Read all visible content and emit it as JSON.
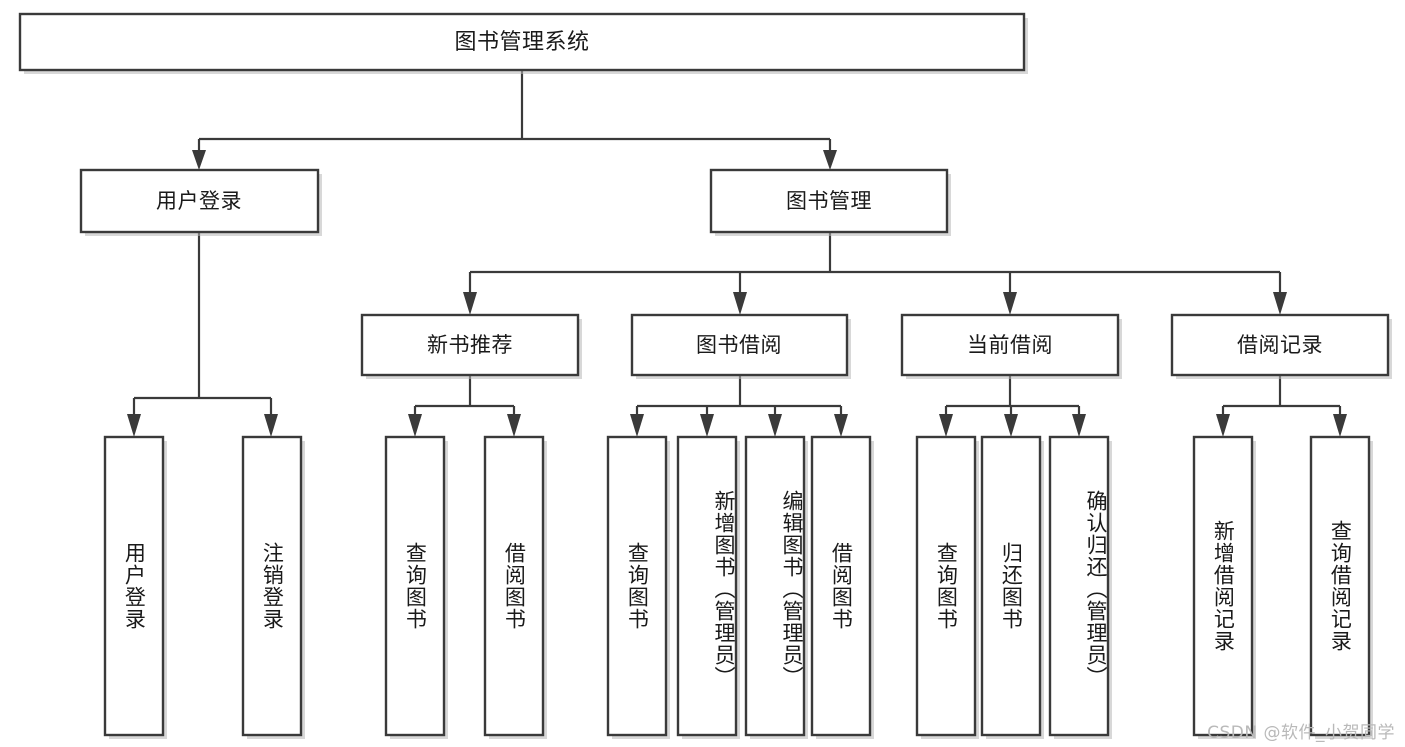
{
  "diagram": {
    "title": "图书管理系统",
    "type": "tree-hierarchy",
    "orientation": "top-down",
    "colors": {
      "box_fill": "#ffffff",
      "box_stroke": "#3a3a3a",
      "connector": "#3a3a3a",
      "text": "#1a1a1a",
      "background": "#ffffff",
      "watermark": "#b9b9b9"
    },
    "root": {
      "label": "图书管理系统"
    },
    "level2": [
      {
        "label": "用户登录"
      },
      {
        "label": "图书管理"
      }
    ],
    "level3": [
      {
        "label": "新书推荐"
      },
      {
        "label": "图书借阅"
      },
      {
        "label": "当前借阅"
      },
      {
        "label": "借阅记录"
      }
    ],
    "leaves": {
      "user_login": [
        {
          "label": "用户登录"
        },
        {
          "label": "注销登录"
        }
      ],
      "new_book_recommend": [
        {
          "label": "查询图书"
        },
        {
          "label": "借阅图书"
        }
      ],
      "book_borrow": [
        {
          "label": "查询图书"
        },
        {
          "label": "新增图书（管理员）"
        },
        {
          "label": "编辑图书（管理员）"
        },
        {
          "label": "借阅图书"
        }
      ],
      "current_borrow": [
        {
          "label": "查询图书"
        },
        {
          "label": "归还图书"
        },
        {
          "label": "确认归还（管理员）"
        }
      ],
      "borrow_record": [
        {
          "label": "新增借阅记录"
        },
        {
          "label": "查询借阅记录"
        }
      ]
    }
  },
  "watermark": {
    "text": "CSDN @软件_小贺同学"
  }
}
